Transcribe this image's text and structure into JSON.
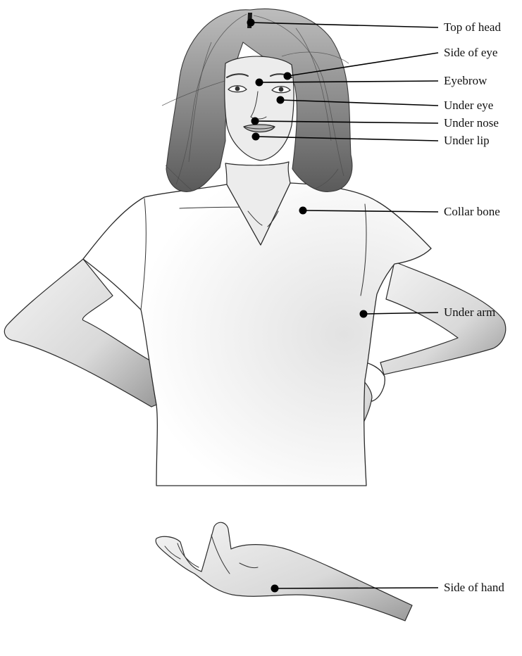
{
  "diagram": {
    "callouts": [
      {
        "id": "top-of-head",
        "label": "Top of head"
      },
      {
        "id": "side-of-eye",
        "label": "Side of eye"
      },
      {
        "id": "eyebrow",
        "label": "Eyebrow"
      },
      {
        "id": "under-eye",
        "label": "Under eye"
      },
      {
        "id": "under-nose",
        "label": "Under nose"
      },
      {
        "id": "under-lip",
        "label": "Under lip"
      },
      {
        "id": "collar-bone",
        "label": "Collar bone"
      },
      {
        "id": "under-arm",
        "label": "Under arm"
      },
      {
        "id": "side-of-hand",
        "label": "Side of hand"
      }
    ],
    "colors": {
      "ink": "#000000",
      "label_text": "#111111",
      "background": "#ffffff"
    }
  }
}
